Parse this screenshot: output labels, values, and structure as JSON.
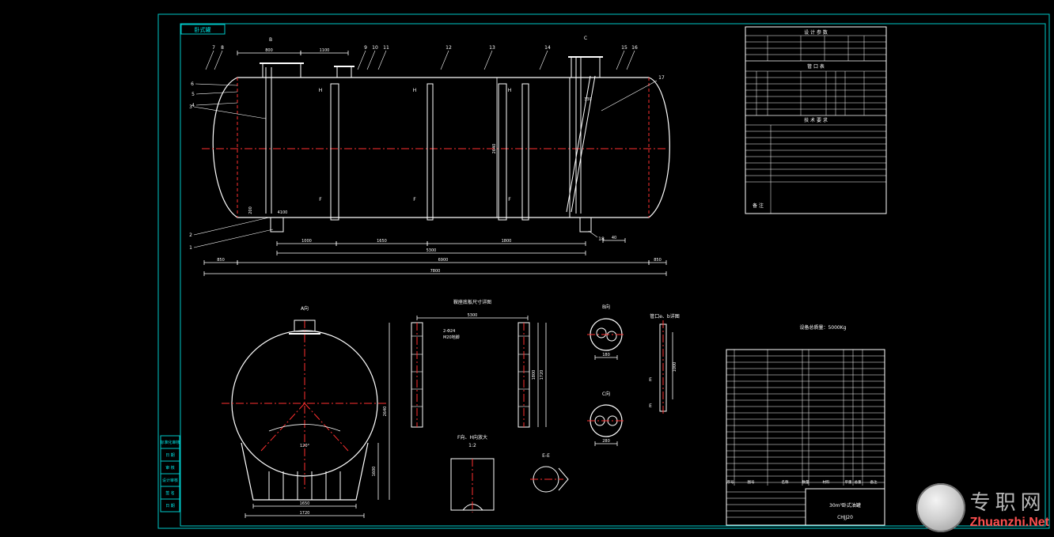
{
  "colors": {
    "background": "#000000",
    "frame": "#00c8c8",
    "outline": "#ffffff",
    "centerline": "#ff3030",
    "dimension": "#ffffff",
    "table": "#ffffff",
    "leader": "#ffff40"
  },
  "drawing": {
    "tag_box": "卧式罐",
    "main_view": {
      "part_numbers_left": [
        "6",
        "5",
        "4",
        "3",
        "2",
        "1"
      ],
      "part_numbers_top": [
        "7",
        "8",
        "9",
        "10",
        "11",
        "12",
        "13",
        "14",
        "15",
        "16"
      ],
      "part_numbers_right": [
        "17",
        "18"
      ],
      "section_marks": [
        "B",
        "C",
        "H",
        "H",
        "H",
        "F",
        "F",
        "F"
      ],
      "dims_top": [
        "800",
        "1100"
      ],
      "dims_bottom": [
        "1000",
        "1650",
        "1800",
        "5300",
        "6900",
        "7800",
        "850",
        "850",
        "40"
      ],
      "dim_side": [
        "2640"
      ],
      "dim_local": [
        "200",
        "4100",
        "330"
      ]
    },
    "side_view": {
      "label": "A向",
      "dims": [
        "2640",
        "1600",
        "1650",
        "1720",
        "120°"
      ]
    },
    "saddle_view": {
      "label": "鞍座底板尺寸详图",
      "dims": [
        "5300",
        "1800",
        "1720",
        "2-Φ24",
        "M20地脚"
      ]
    },
    "detail_b": {
      "label": "B向",
      "dim": "180"
    },
    "detail_c": {
      "label": "C向",
      "dim": "280"
    },
    "detail_fh": {
      "label": "F向、H向放大",
      "scale": "1:2"
    },
    "detail_ee": {
      "label": "E-E"
    },
    "detail_pipe": {
      "label": "管口e、b详图",
      "dim": "1000",
      "marks": [
        "E",
        "E"
      ]
    },
    "weight_note": "设备总质量：5000Kg"
  },
  "tables": {
    "design_header": "设 计 参 数",
    "connections_header": "管 口 表",
    "tech_header": "技 术 要 求",
    "notes_label": "备 注",
    "parts_header": [
      "序号",
      "图号",
      "名称",
      "数量",
      "材料",
      "单重",
      "总重",
      "备注"
    ],
    "title_block": "30m³卧式油罐",
    "drawing_no": "CHJJ20"
  },
  "stamp_column": [
    "标准化审核",
    "日 期",
    "审 核",
    "设计审核",
    "签 名",
    "日 期"
  ],
  "watermark": {
    "cn": "专职网",
    "en": "Zhuanzhi.Net"
  }
}
